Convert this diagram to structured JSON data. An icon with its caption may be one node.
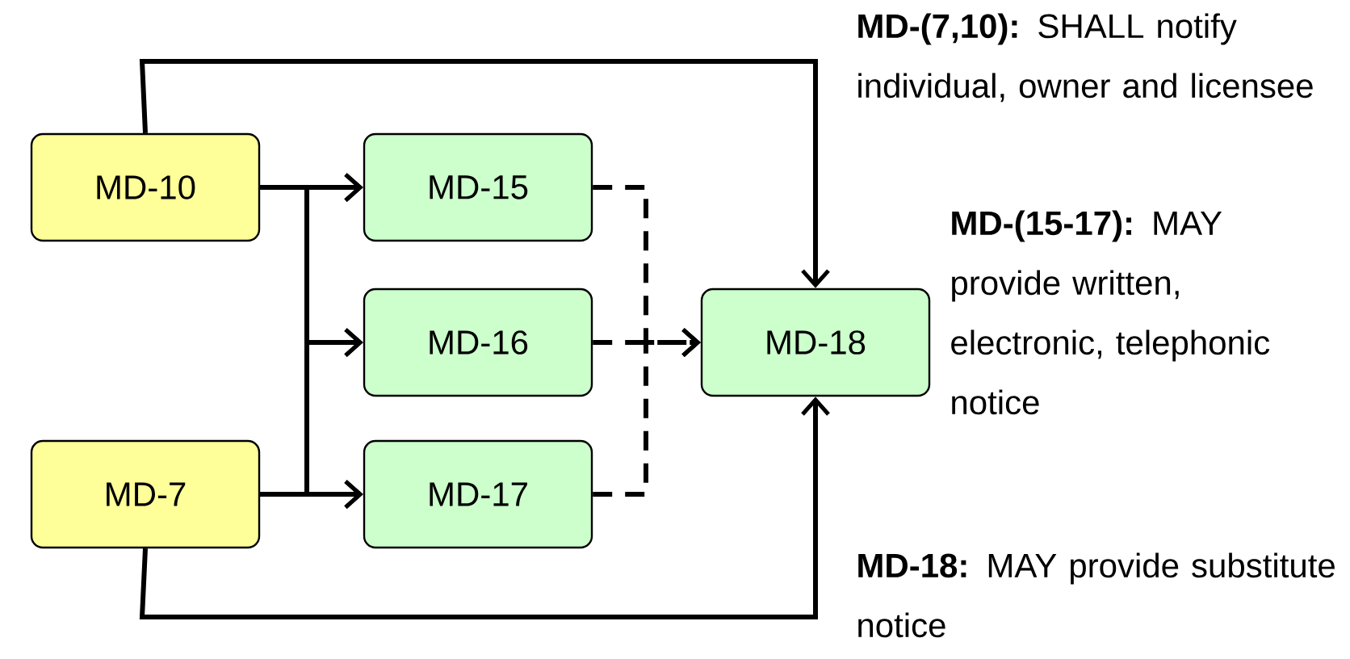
{
  "diagram": {
    "nodes": [
      {
        "text": [
          "MD-10"
        ]
      },
      {
        "text": [
          "MD-7"
        ]
      },
      {
        "text": [
          "MD-15"
        ]
      },
      {
        "text": [
          "MD-16"
        ]
      },
      {
        "text": [
          "MD-17"
        ]
      },
      {
        "text": [
          "MD-18"
        ]
      }
    ],
    "edges": [
      {
        "from": 0,
        "to": 5,
        "arrow": "to"
      },
      {
        "from": 1,
        "to": 5,
        "arrow": "to"
      },
      {
        "from": 0,
        "to": 2,
        "arrow": "to"
      },
      {
        "from": 0,
        "to": 3,
        "arrow": "to"
      },
      {
        "from": 0,
        "to": 4,
        "arrow": "to"
      },
      {
        "from": 1,
        "to": 2,
        "arrow": "to"
      },
      {
        "from": 1,
        "to": 3,
        "arrow": "to"
      },
      {
        "from": 1,
        "to": 4,
        "arrow": "to"
      },
      {
        "from": 2,
        "to": 5,
        "arrow": "to",
        "style": "dashed"
      },
      {
        "from": 3,
        "to": 5,
        "arrow": "to",
        "style": "dashed"
      },
      {
        "from": 4,
        "to": 5,
        "arrow": "to",
        "style": "dashed"
      }
    ],
    "labels": [
      "**MD-(7,10):** SHALL notify individual, owner and licensee",
      "**MD-(15-17):** MAY provide written, electronic, telephonic notice",
      "**MD-18:** MAY provide substitute notice"
    ]
  }
}
